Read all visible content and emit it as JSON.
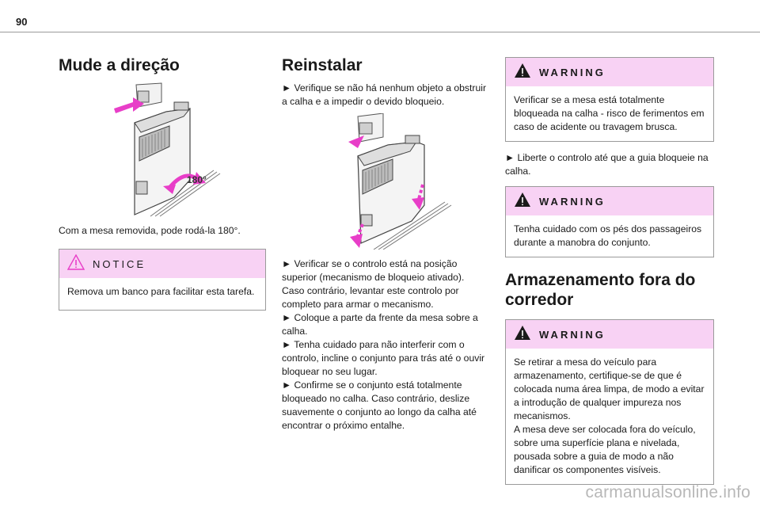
{
  "page": {
    "number": "90"
  },
  "col1": {
    "heading": "Mude a direção",
    "rotation_label": "180°",
    "caption": "Com a mesa removida, pode rodá-la 180°.",
    "notice": {
      "title": "NOTICE",
      "text": "Remova um banco para facilitar esta tarefa."
    }
  },
  "col2": {
    "heading": "Reinstalar",
    "intro": "► Verifique se não há nenhum objeto a obstruir a calha e a impedir o devido bloqueio.",
    "steps": [
      "► Verificar se o controlo está na posição superior (mecanismo de bloqueio ativado). Caso contrário, levantar este controlo por completo para armar o mecanismo.",
      "► Coloque a parte da frente da mesa sobre a calha.",
      "► Tenha cuidado para não interferir com o controlo, incline o conjunto para trás até o ouvir bloquear no seu lugar.",
      "► Confirme se o conjunto está totalmente bloqueado no calha. Caso contrário, deslize suavemente o conjunto ao longo da calha até encontrar o próximo entalhe."
    ]
  },
  "col3": {
    "warning1": {
      "title": "WARNING",
      "text": "Verificar se a mesa está totalmente bloqueada na calha - risco de ferimentos em caso de acidente ou travagem brusca."
    },
    "step": "► Liberte o controlo até que a guia bloqueie na calha.",
    "warning2": {
      "title": "WARNING",
      "text": "Tenha cuidado com os pés dos passageiros durante a manobra do conjunto."
    },
    "heading": "Armazenamento fora do corredor",
    "warning3": {
      "title": "WARNING",
      "text": "Se retirar a mesa do veículo para armazenamento, certifique-se de que é colocada numa área limpa, de modo a evitar a introdução de qualquer impureza nos mecanismos.\nA mesa deve ser colocada fora do veículo, sobre uma superfície plana e nivelada, pousada sobre a guia de modo a não danificar os componentes visíveis."
    }
  },
  "footer": {
    "watermark": "carmanualsonline.info"
  },
  "colors": {
    "accent": "#e83ec8",
    "box_header": "#f8d2f4",
    "rule": "#9a9a9a"
  },
  "icons": {
    "notice": "warning-triangle-outline",
    "warning": "warning-triangle-filled"
  }
}
